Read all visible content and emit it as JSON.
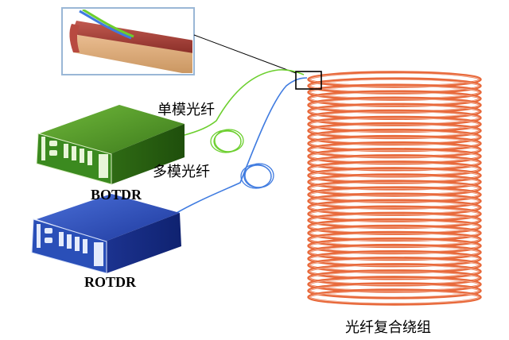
{
  "labels": {
    "single_mode_fiber": "单模光纤",
    "multi_mode_fiber": "多模光纤",
    "botdr": "BOTDR",
    "rotdr": "ROTDR",
    "coil": "光纤复合绕组"
  },
  "colors": {
    "single_mode": "#6ccf2e",
    "multi_mode": "#3f7be0",
    "botdr_device": "#3f8a1e",
    "rotdr_device": "#2244aa",
    "coil_winding": "#e86a3c",
    "conductor_insulation": "#d4a070"
  },
  "icons": {
    "inset_box": "cable-cross-section-icon",
    "botdr": "instrument-chassis-icon",
    "rotdr": "instrument-chassis-icon",
    "coil": "winding-coil-icon"
  }
}
